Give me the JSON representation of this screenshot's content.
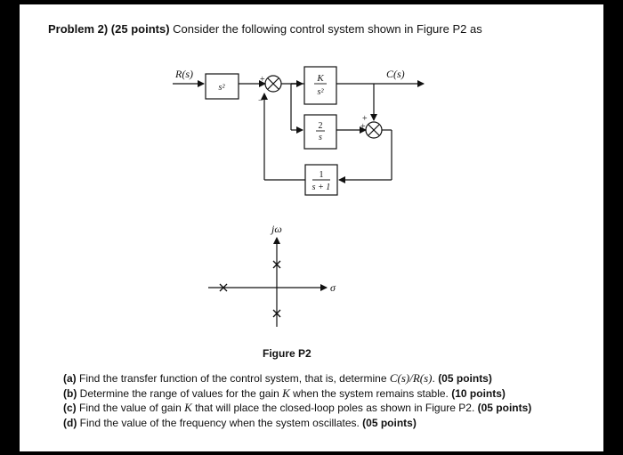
{
  "problem": {
    "prefix": "Problem 2) (25 points)",
    "statement": " Consider the following control system shown in Figure P2 as"
  },
  "diagram": {
    "input_label": "R(s)",
    "output_label": "C(s)",
    "block_input": "s²",
    "block_forward_num": "K",
    "block_forward_den": "s²",
    "block_parallel_num": "2",
    "block_parallel_den": "s",
    "block_feedback_num": "1",
    "block_feedback_den": "s + 1",
    "sum1_plus": "+",
    "sum1_minus": "−",
    "sum2_plus_left": "+",
    "sum2_plus_top": "+"
  },
  "pole_plot": {
    "imag_axis_label": "jω",
    "real_axis_label": "σ"
  },
  "figure_caption": "Figure P2",
  "questions": [
    {
      "label": "(a)",
      "text_before": " Find the transfer function of the control system, that is, determine ",
      "math": "C(s)/R(s)",
      "text_after": ". ",
      "points": "(05 points)"
    },
    {
      "label": "(b)",
      "text_before": " Determine the range of values for the gain ",
      "math": "K",
      "text_after": " when the system remains stable. ",
      "points": "(10 points)"
    },
    {
      "label": "(c)",
      "text_before": " Find the value of gain ",
      "math": "K",
      "text_after": " that will place the closed-loop poles as shown in Figure P2. ",
      "points": "(05 points)"
    },
    {
      "label": "(d)",
      "text_before": " Find the value of the frequency when the system oscillates. ",
      "math": "",
      "text_after": "",
      "points": "(05 points)"
    }
  ]
}
